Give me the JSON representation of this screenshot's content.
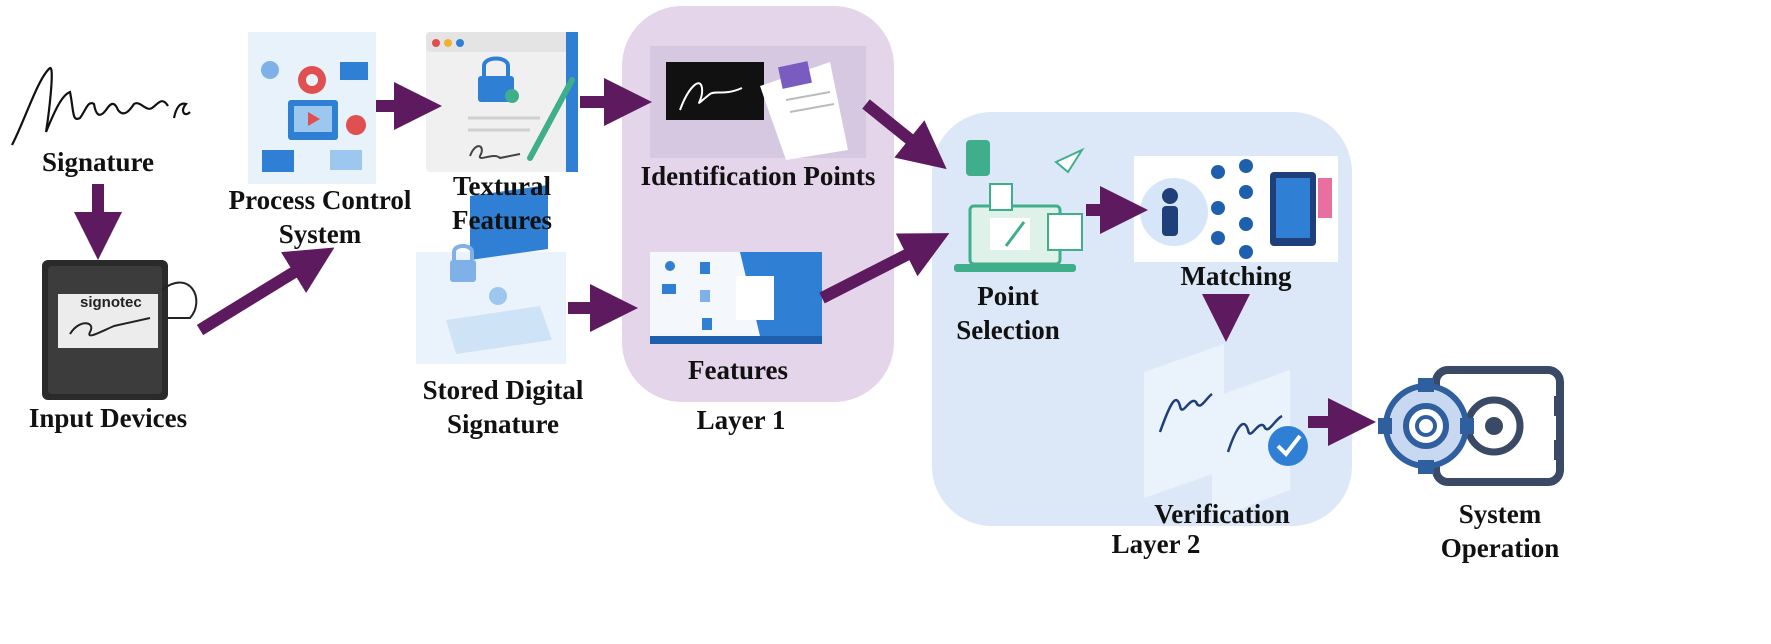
{
  "nodes": {
    "signature": "Signature",
    "input_devices": "Input Devices",
    "process_control_1": "Process Control",
    "process_control_2": "System",
    "textural_1": "Textural",
    "textural_2": "Features",
    "stored_1": "Stored Digital",
    "stored_2": "Signature",
    "identification": "Identification Points",
    "features": "Features",
    "point_selection_1": "Point",
    "point_selection_2": "Selection",
    "matching": "Matching",
    "verification": "Verification",
    "system_operation_1": "System",
    "system_operation_2": "Operation"
  },
  "layers": {
    "layer1": "Layer 1",
    "layer2": "Layer 2"
  },
  "device_brand": "signotec",
  "colors": {
    "arrow": "#5e1a5f",
    "layer1_fill": "#e4d5ea",
    "layer2_fill": "#dce8f8",
    "accent_blue": "#2f7fd4",
    "accent_green": "#3fae8a"
  }
}
